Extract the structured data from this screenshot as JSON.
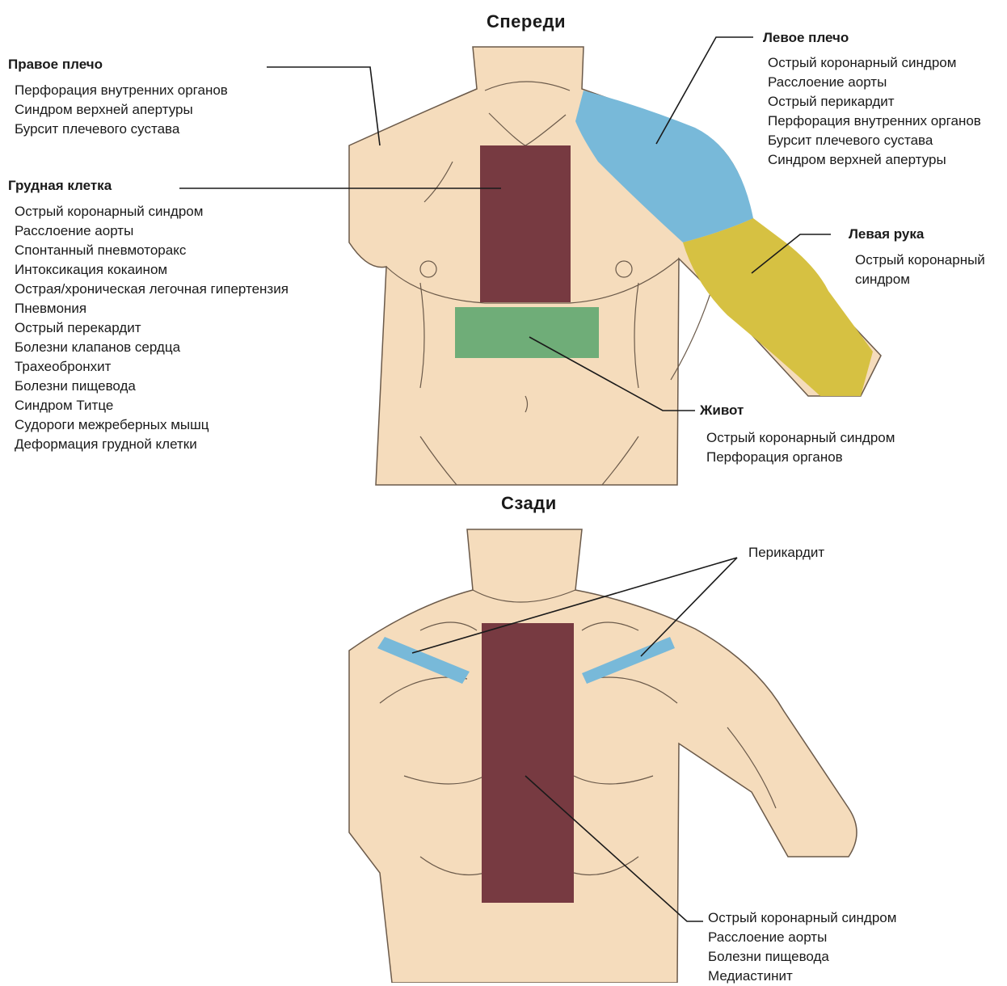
{
  "colors": {
    "skin": "#f5dcbc",
    "outline": "#6b5a4a",
    "maroon": "#773a41",
    "blue": "#78b9d9",
    "yellow": "#d6c142",
    "green": "#6fad78",
    "leader": "#1a1a1a"
  },
  "front": {
    "title": "Спереди",
    "right_shoulder": {
      "title": "Правое плечо",
      "items": [
        "Перфорация внутренних органов",
        "Синдром верхней апертуры",
        "Бурсит плечевого сустава"
      ]
    },
    "chest": {
      "title": "Грудная клетка",
      "items": [
        "Острый коронарный синдром",
        "Расслоение аорты",
        "Спонтанный пневмоторакс",
        "Интоксикация кокаином",
        "Острая/хроническая легочная гипертензия",
        "Пневмония",
        "Острый перекардит",
        "Болезни клапанов сердца",
        "Трахеобронхит",
        "Болезни пищевода",
        "Синдром Титце",
        "Судороги межреберных мышц",
        "Деформация грудной клетки"
      ]
    },
    "left_shoulder": {
      "title": "Левое плечо",
      "items": [
        "Острый коронарный синдром",
        "Расслоение аорты",
        "Острый перикардит",
        "Перфорация внутренних органов",
        "Бурсит плечевого сустава",
        "Синдром верхней апертуры"
      ]
    },
    "left_arm": {
      "title": "Левая рука",
      "items": [
        "Острый коронарный",
        "синдром"
      ]
    },
    "abdomen": {
      "title": "Живот",
      "items": [
        "Острый коронарный синдром",
        "Перфорация органов"
      ]
    }
  },
  "back": {
    "title": "Сзади",
    "pericarditis_label": "Перикардит",
    "spine": {
      "items": [
        "Острый коронарный синдром",
        "Расслоение аорты",
        "Болезни пищевода",
        "Медиастинит"
      ]
    }
  }
}
